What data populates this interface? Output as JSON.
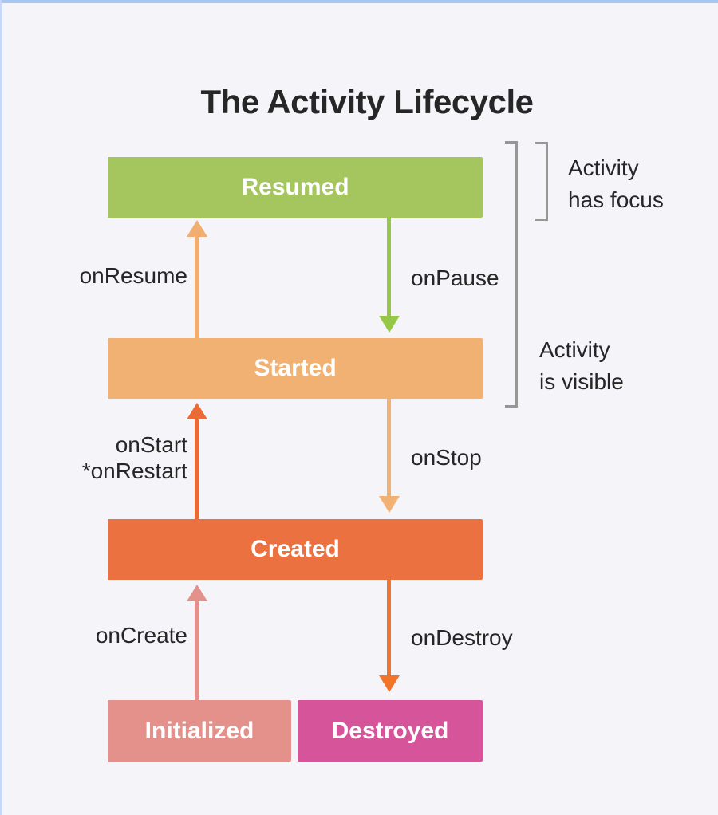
{
  "title": "The Activity Lifecycle",
  "theme": {
    "background": "#f5f4f8",
    "frame_edge_top": "#a9c6f1",
    "frame_edge_left": "#c7d9f7",
    "text": "#262626",
    "state_label_text": "#ffffff",
    "bracket": "#979797"
  },
  "states": [
    {
      "id": "resumed",
      "label": "Resumed",
      "color": "#a5c55f"
    },
    {
      "id": "started",
      "label": "Started",
      "color": "#f1b173"
    },
    {
      "id": "created",
      "label": "Created",
      "color": "#ec7140"
    },
    {
      "id": "initialized",
      "label": "Initialized",
      "color": "#e5918b"
    },
    {
      "id": "destroyed",
      "label": "Destroyed",
      "color": "#d5549a"
    }
  ],
  "transitions": [
    {
      "id": "onResume",
      "label": "onResume",
      "from": "Started",
      "to": "Resumed",
      "direction": "up",
      "color": "#f1ae6f"
    },
    {
      "id": "onPause",
      "label": "onPause",
      "from": "Resumed",
      "to": "Started",
      "direction": "down",
      "color": "#97c747"
    },
    {
      "id": "onStart",
      "label": "onStart\n*onRestart",
      "from": "Created",
      "to": "Started",
      "direction": "up",
      "color": "#eb6b36"
    },
    {
      "id": "onStop",
      "label": "onStop",
      "from": "Started",
      "to": "Created",
      "direction": "down",
      "color": "#f1b173"
    },
    {
      "id": "onCreate",
      "label": "onCreate",
      "from": "Initialized",
      "to": "Created",
      "direction": "up",
      "color": "#e5918b"
    },
    {
      "id": "onDestroy",
      "label": "onDestroy",
      "from": "Created",
      "to": "Destroyed",
      "direction": "down",
      "color": "#f2732a"
    }
  ],
  "annotations": [
    {
      "id": "has-focus",
      "label": "Activity\nhas focus"
    },
    {
      "id": "is-visible",
      "label": "Activity\nis visible"
    }
  ]
}
